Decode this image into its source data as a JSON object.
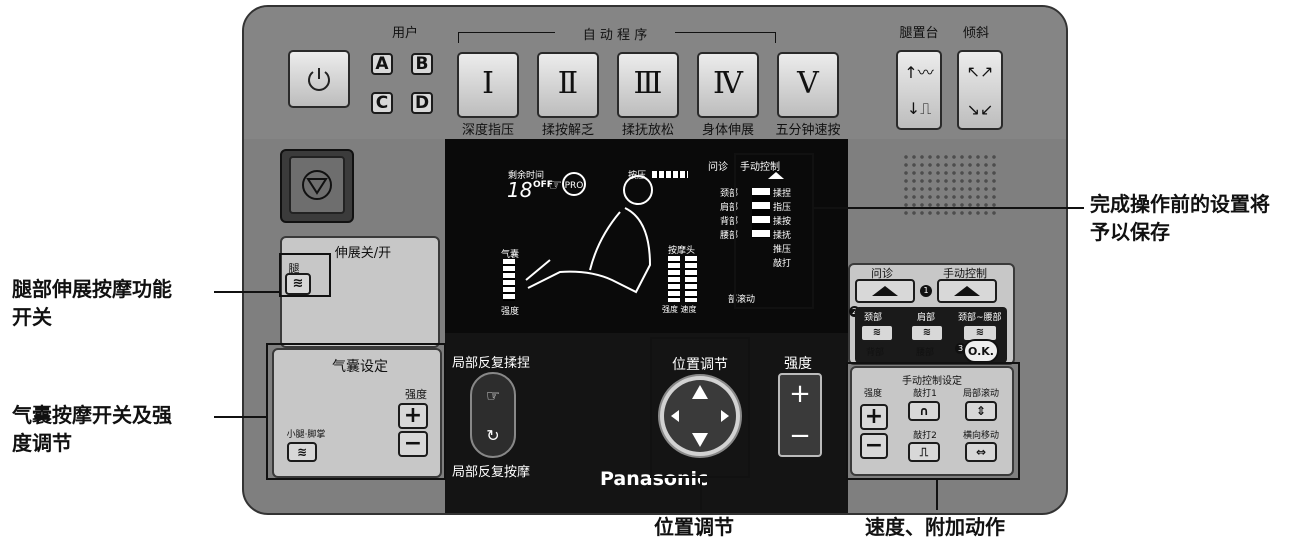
{
  "top": {
    "user_label": "用户",
    "auto_program_label": "自 动 程 序",
    "user_buttons": [
      "A",
      "B",
      "C",
      "D"
    ],
    "programs": [
      {
        "numeral": "I",
        "label": "深度指压"
      },
      {
        "numeral": "Ⅱ",
        "label": "揉按解乏"
      },
      {
        "numeral": "Ⅲ",
        "label": "揉抚放松"
      },
      {
        "numeral": "Ⅳ",
        "label": "身体伸展"
      },
      {
        "numeral": "V",
        "label": "五分钟速按"
      }
    ],
    "legrest_label": "腿置台",
    "recline_label": "倾斜"
  },
  "display": {
    "remaining_time_label": "剩余时间",
    "timer_value": "18",
    "timer_off": "OFF",
    "press_label": "按压",
    "consult_label": "问诊",
    "manual_control_label": "手动控制",
    "airbag_label": "气囊",
    "strength_label": "强度",
    "massage_head_label": "按摩头",
    "strength_speed_label": "强度 速度",
    "body_parts": [
      "颈部",
      "肩部",
      "背部",
      "腰部"
    ],
    "techniques": [
      "揉捏",
      "指压",
      "揉按",
      "揉抚",
      "推压",
      "敲打"
    ],
    "local_roll_label": "部滚动",
    "pro_label": "PRO"
  },
  "left": {
    "stretch_toggle_label": "伸展关/开",
    "leg_label": "腿",
    "airbag_setting_label": "气囊设定",
    "strength_label": "强度",
    "calf_foot_label": "小腿·脚掌",
    "plus": "+",
    "minus": "−"
  },
  "center": {
    "local_repeat_knead": "局部反复揉捏",
    "local_repeat_massage": "局部反复按摩",
    "position_adjust": "位置调节",
    "strength": "强度",
    "brand": "Panasonic",
    "plus": "+",
    "minus": "−"
  },
  "right": {
    "consult": "问诊",
    "manual_control": "手动控制",
    "step1": "1",
    "step2": "2",
    "step3": "3",
    "parts": [
      "颈部",
      "肩部",
      "颈部~腰部",
      "背部",
      "腰部"
    ],
    "ok": "O.K.",
    "manual_settings_title": "手动控制设定",
    "strength": "强度",
    "tap1": "敲打1",
    "tap2": "敲打2",
    "local_roll": "局部滚动",
    "lateral_move": "横向移动",
    "plus": "+",
    "minus": "−"
  },
  "annotations": {
    "settings_saved": [
      "完成操作前的设置将",
      "予以保存"
    ],
    "leg_stretch": [
      "腿部伸展按摩功能",
      "开关"
    ],
    "airbag_strength": [
      "气囊按摩开关及强",
      "度调节"
    ],
    "position_adjust": "位置调节",
    "speed_extra": "速度、附加动作"
  },
  "colors": {
    "panel": "#7f7f7f",
    "screen": "#0a0a0a",
    "button_face": "#d8d8d8"
  }
}
